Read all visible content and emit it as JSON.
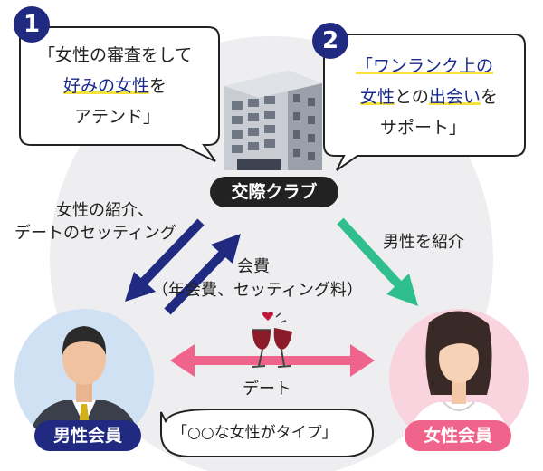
{
  "bubble1": {
    "number": "1",
    "line1": "「女性の審査をして",
    "line2_hl": "好みの女性",
    "line2_rest": "を",
    "line3": "アテンド」"
  },
  "bubble2": {
    "number": "2",
    "line1_hl": "「ワンランク上の",
    "line2_hl": "女性",
    "line2_rest": "との",
    "line2_hl2": "出会い",
    "line2_end": "を",
    "line3": "サポート」"
  },
  "club_label": "交際クラブ",
  "left_arrow_text": [
    "女性の紹介、",
    "デートのセッティング"
  ],
  "fee_text": [
    "会費",
    "（年会費、セッティング料）"
  ],
  "right_arrow_text": "男性を紹介",
  "date_text": "デート",
  "male_label": "男性会員",
  "female_label": "女性会員",
  "male_bubble": "「○○な女性がタイプ」",
  "colors": {
    "navy": "#1f2a80",
    "green": "#2fbf8f",
    "pink": "#f0648c",
    "highlight": "#f5e23a",
    "circle_bg": "#eeeef0"
  }
}
